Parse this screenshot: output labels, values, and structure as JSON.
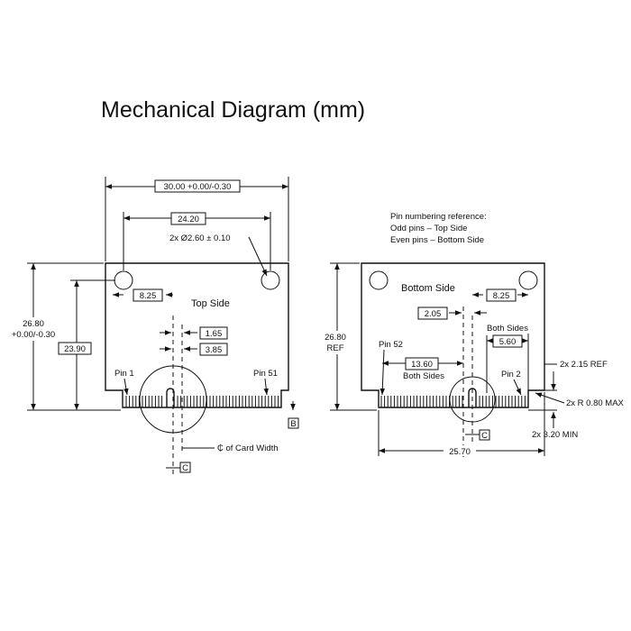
{
  "title": "Mechanical Diagram (mm)",
  "top_view": {
    "width": "30.00 +0.00/-0.30",
    "hole_spacing": "24.20",
    "hole_note": "2x Ø2.60 ± 0.10",
    "hole_offset": "8.25",
    "side_label": "Top Side",
    "dim_1_65": "1.65",
    "dim_3_85": "3.85",
    "height": "26.80",
    "height_tol": "+0.00/-0.30",
    "height_2": "23.90",
    "pin_first": "Pin 1",
    "pin_last": "Pin 51",
    "datum_b": "B",
    "datum_c": "C",
    "centerline_note": "₵ of Card Width"
  },
  "bottom_view": {
    "ref_line1": "Pin numbering reference:",
    "ref_line2": "Odd pins – Top Side",
    "ref_line3": "Even pins  – Bottom Side",
    "side_label": "Bottom Side",
    "dim_2_05": "2.05",
    "hole_offset": "8.25",
    "both_sides_1": "Both Sides",
    "dim_5_60": "5.60",
    "dim_13_60": "13.60",
    "both_sides_2": "Both Sides",
    "pin_first": "Pin 52",
    "pin_last": "Pin 2",
    "height": "26.80",
    "height_ref": "REF",
    "ref_215": "2x 2.15 REF",
    "radius": "2x R 0.80 MAX",
    "min_320": "2x 3.20 MIN",
    "width": "25.70",
    "datum_c": "C"
  }
}
